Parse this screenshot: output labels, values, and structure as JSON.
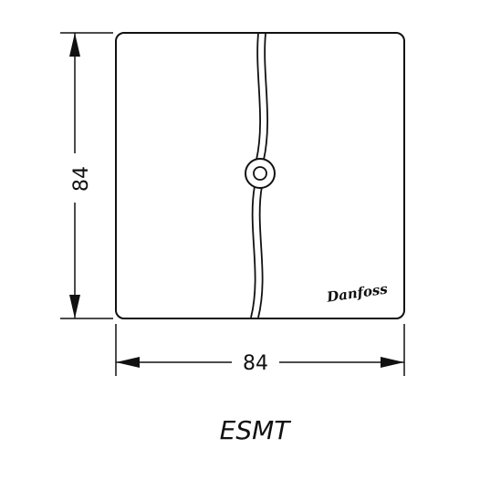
{
  "drawing": {
    "height_dimension": "84",
    "width_dimension": "84",
    "model_label": "ESMT",
    "logo_text": "Danfoss",
    "line_color": "#111111",
    "background_color": "#ffffff"
  }
}
